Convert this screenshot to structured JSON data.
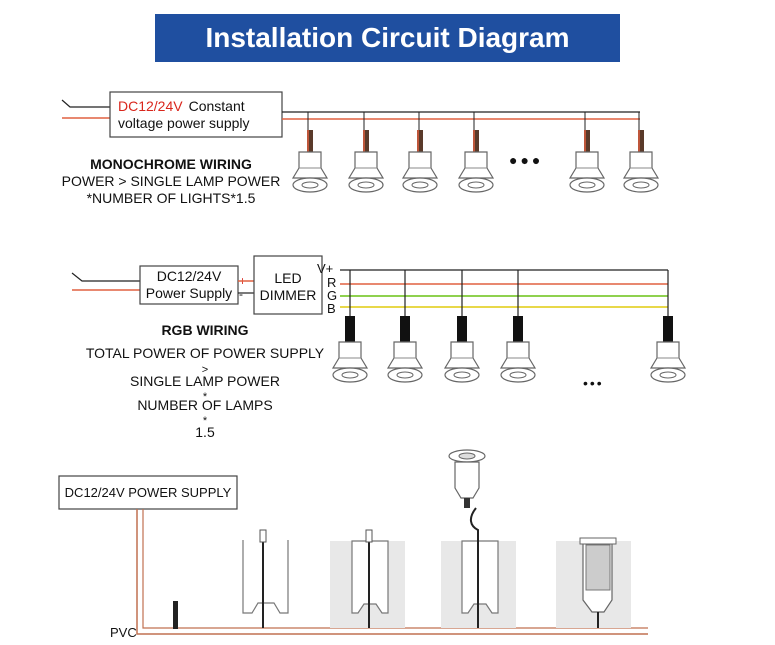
{
  "title": "Installation Circuit Diagram",
  "mono": {
    "psu_voltage": "DC12/24V",
    "psu_label_1": "Constant",
    "psu_label_2": "voltage power supply",
    "heading": "MONOCHROME WIRING",
    "formula_1": "POWER > SINGLE LAMP POWER",
    "formula_2": "*NUMBER OF LIGHTS*1.5",
    "ellipsis": "●●●"
  },
  "rgb": {
    "psu_line_1": "DC12/24V",
    "psu_line_2": "Power Supply",
    "plus": "+",
    "minus": "-",
    "dimmer_1": "LED",
    "dimmer_2": "DIMMER",
    "ch_v": "V+",
    "ch_r": "R",
    "ch_g": "G",
    "ch_b": "B",
    "heading": "RGB WIRING",
    "f1": "TOTAL POWER OF POWER SUPPLY",
    "f2": ">",
    "f3": "SINGLE LAMP POWER",
    "f4": "*",
    "f5": "NUMBER OF LAMPS",
    "f6": "*",
    "f7": "1.5",
    "ellipsis": "•••"
  },
  "install": {
    "psu": "DC12/24V POWER SUPPLY",
    "pvc": "PVC"
  },
  "colors": {
    "title_bg": "#1f4fa0",
    "red_wire": "#e06040",
    "black_wire": "#222222",
    "green_wire": "#8fd14f",
    "yellow_wire": "#e8d84a",
    "voltage_red": "#d9261c"
  }
}
